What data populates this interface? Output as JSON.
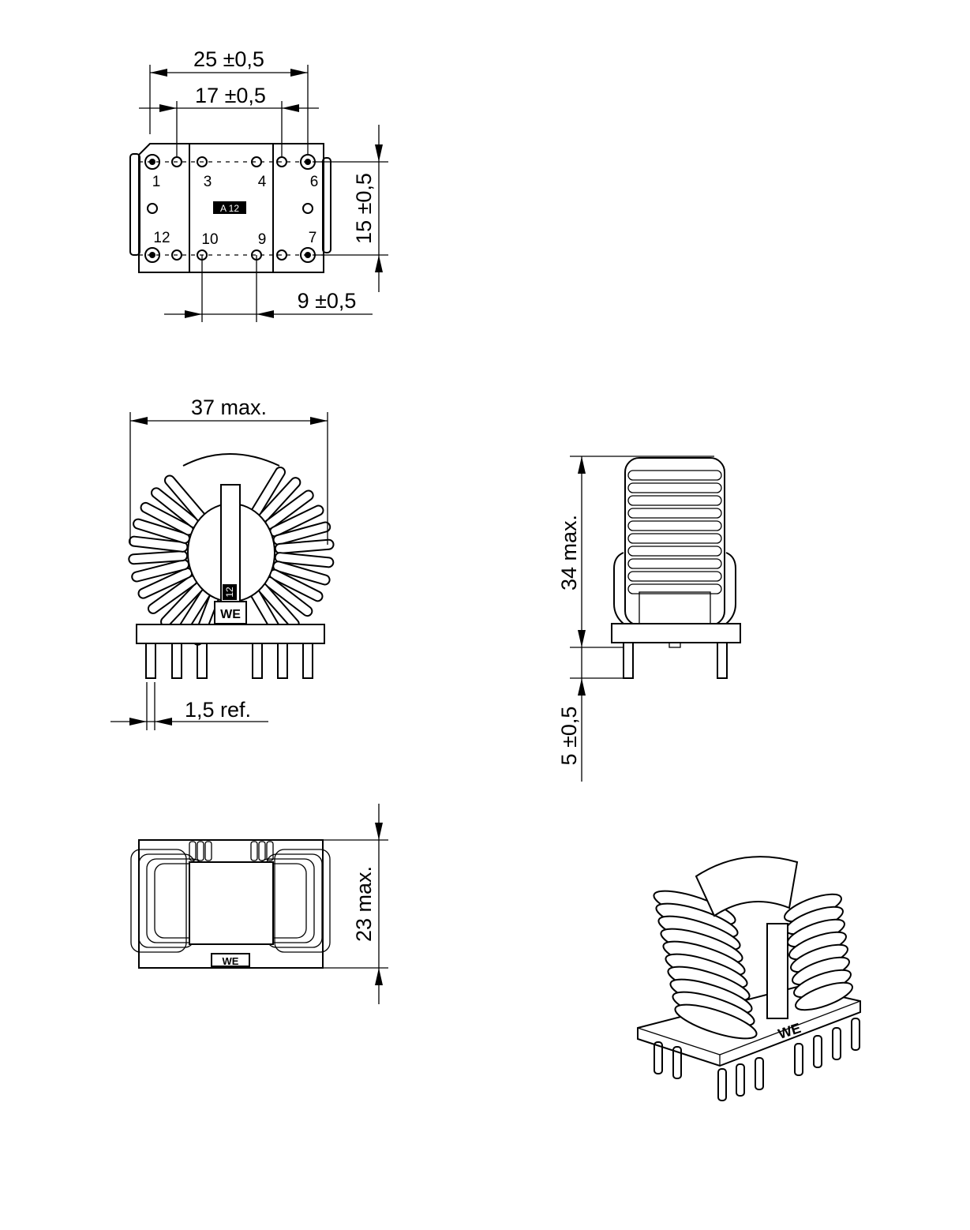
{
  "dimensions": {
    "width_overall": "25  ±0,5",
    "width_pins": "17 ±0,5",
    "height_pins": "15 ±0,5",
    "pin_pitch": "9 ±0,5",
    "width_max": "37  max.",
    "pin_ref": "1,5  ref.",
    "height_max": "34  max.",
    "pin_length": "5 ±0,5",
    "depth_max": "23  max."
  },
  "pins": {
    "top": [
      "1",
      "3",
      "4",
      "6"
    ],
    "bottom": [
      "12",
      "10",
      "9",
      "7"
    ]
  },
  "marking": {
    "label": "A 12",
    "side_label": "12"
  }
}
